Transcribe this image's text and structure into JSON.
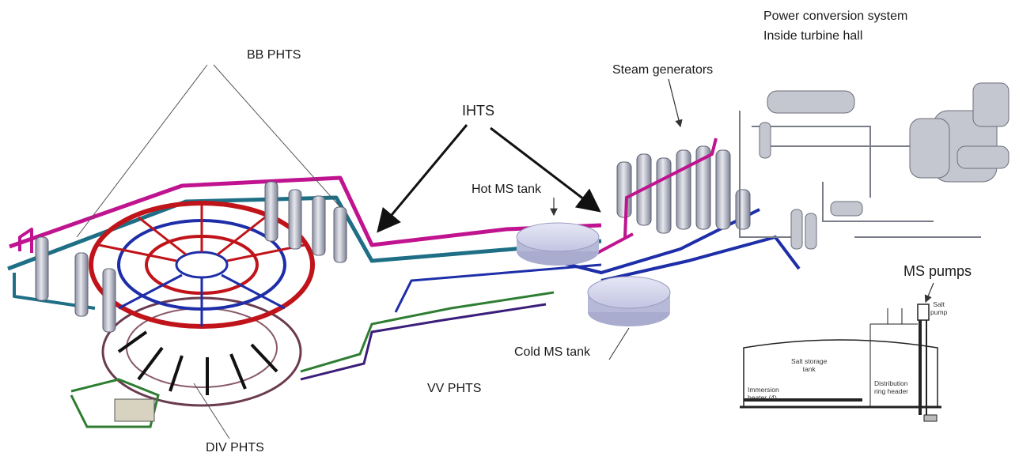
{
  "labels": {
    "bb_phts": "BB PHTS",
    "ihts": "IHTS",
    "hot_ms_tank": "Hot MS tank",
    "steam_generators": "Steam generators",
    "power_conversion_line1": "Power conversion system",
    "power_conversion_line2": "Inside turbine hall",
    "ms_pumps": "MS pumps",
    "cold_ms_tank": "Cold MS tank",
    "vv_phts": "VV PHTS",
    "div_phts": "DIV PHTS"
  },
  "inset": {
    "salt_pump_line1": "Salt",
    "salt_pump_line2": "pump",
    "tank_line1": "Salt storage",
    "tank_line2": "tank",
    "immersion_line1": "Immersion",
    "immersion_line2": "heater (4)",
    "distribution_line1": "Distribution",
    "distribution_line2": "ring header"
  },
  "colors": {
    "bb_loop": "#c0138f",
    "bb_loop_2": "#1e6f86",
    "reactor_red": "#c0141a",
    "reactor_blue": "#1d2ea8",
    "cold_green": "#2e7d32",
    "tank_fill": "#c9cbe6",
    "equipment_grey": "#b9bcc6"
  }
}
